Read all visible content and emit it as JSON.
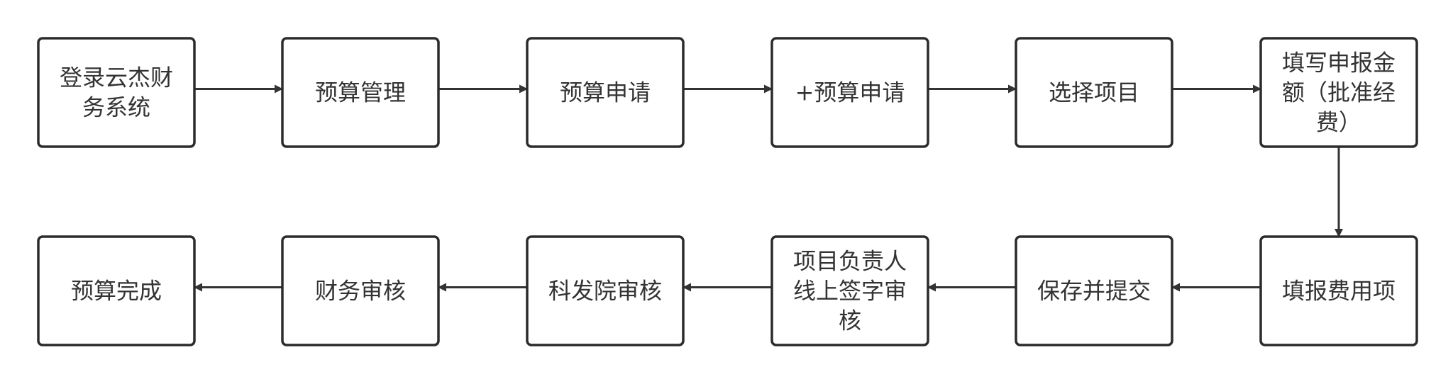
{
  "colors": {
    "box_stroke": "#2b2b2b",
    "box_fill": "#ffffff",
    "arrow": "#333333",
    "text": "#333333"
  },
  "nodes": [
    {
      "id": "login",
      "lines": [
        "登录云杰财",
        "务系统"
      ]
    },
    {
      "id": "budget-mgmt",
      "lines": [
        "预算管理"
      ]
    },
    {
      "id": "budget-apply",
      "lines": [
        "预算申请"
      ]
    },
    {
      "id": "add-budget-apply",
      "lines": [
        "+预算申请"
      ]
    },
    {
      "id": "select-project",
      "lines": [
        "选择项目"
      ]
    },
    {
      "id": "fill-amount",
      "lines": [
        "填写申报金",
        "额（批准经",
        "费）"
      ]
    },
    {
      "id": "fill-expense",
      "lines": [
        "填报费用项"
      ]
    },
    {
      "id": "save-submit",
      "lines": [
        "保存并提交"
      ]
    },
    {
      "id": "pi-sign",
      "lines": [
        "项目负责人",
        "线上签字审",
        "核"
      ]
    },
    {
      "id": "research-review",
      "lines": [
        "科发院审核"
      ]
    },
    {
      "id": "finance-review",
      "lines": [
        "财务审核"
      ]
    },
    {
      "id": "budget-done",
      "lines": [
        "预算完成"
      ]
    }
  ],
  "edges": [
    [
      "login",
      "budget-mgmt"
    ],
    [
      "budget-mgmt",
      "budget-apply"
    ],
    [
      "budget-apply",
      "add-budget-apply"
    ],
    [
      "add-budget-apply",
      "select-project"
    ],
    [
      "select-project",
      "fill-amount"
    ],
    [
      "fill-amount",
      "fill-expense"
    ],
    [
      "fill-expense",
      "save-submit"
    ],
    [
      "save-submit",
      "pi-sign"
    ],
    [
      "pi-sign",
      "research-review"
    ],
    [
      "research-review",
      "finance-review"
    ],
    [
      "finance-review",
      "budget-done"
    ]
  ]
}
